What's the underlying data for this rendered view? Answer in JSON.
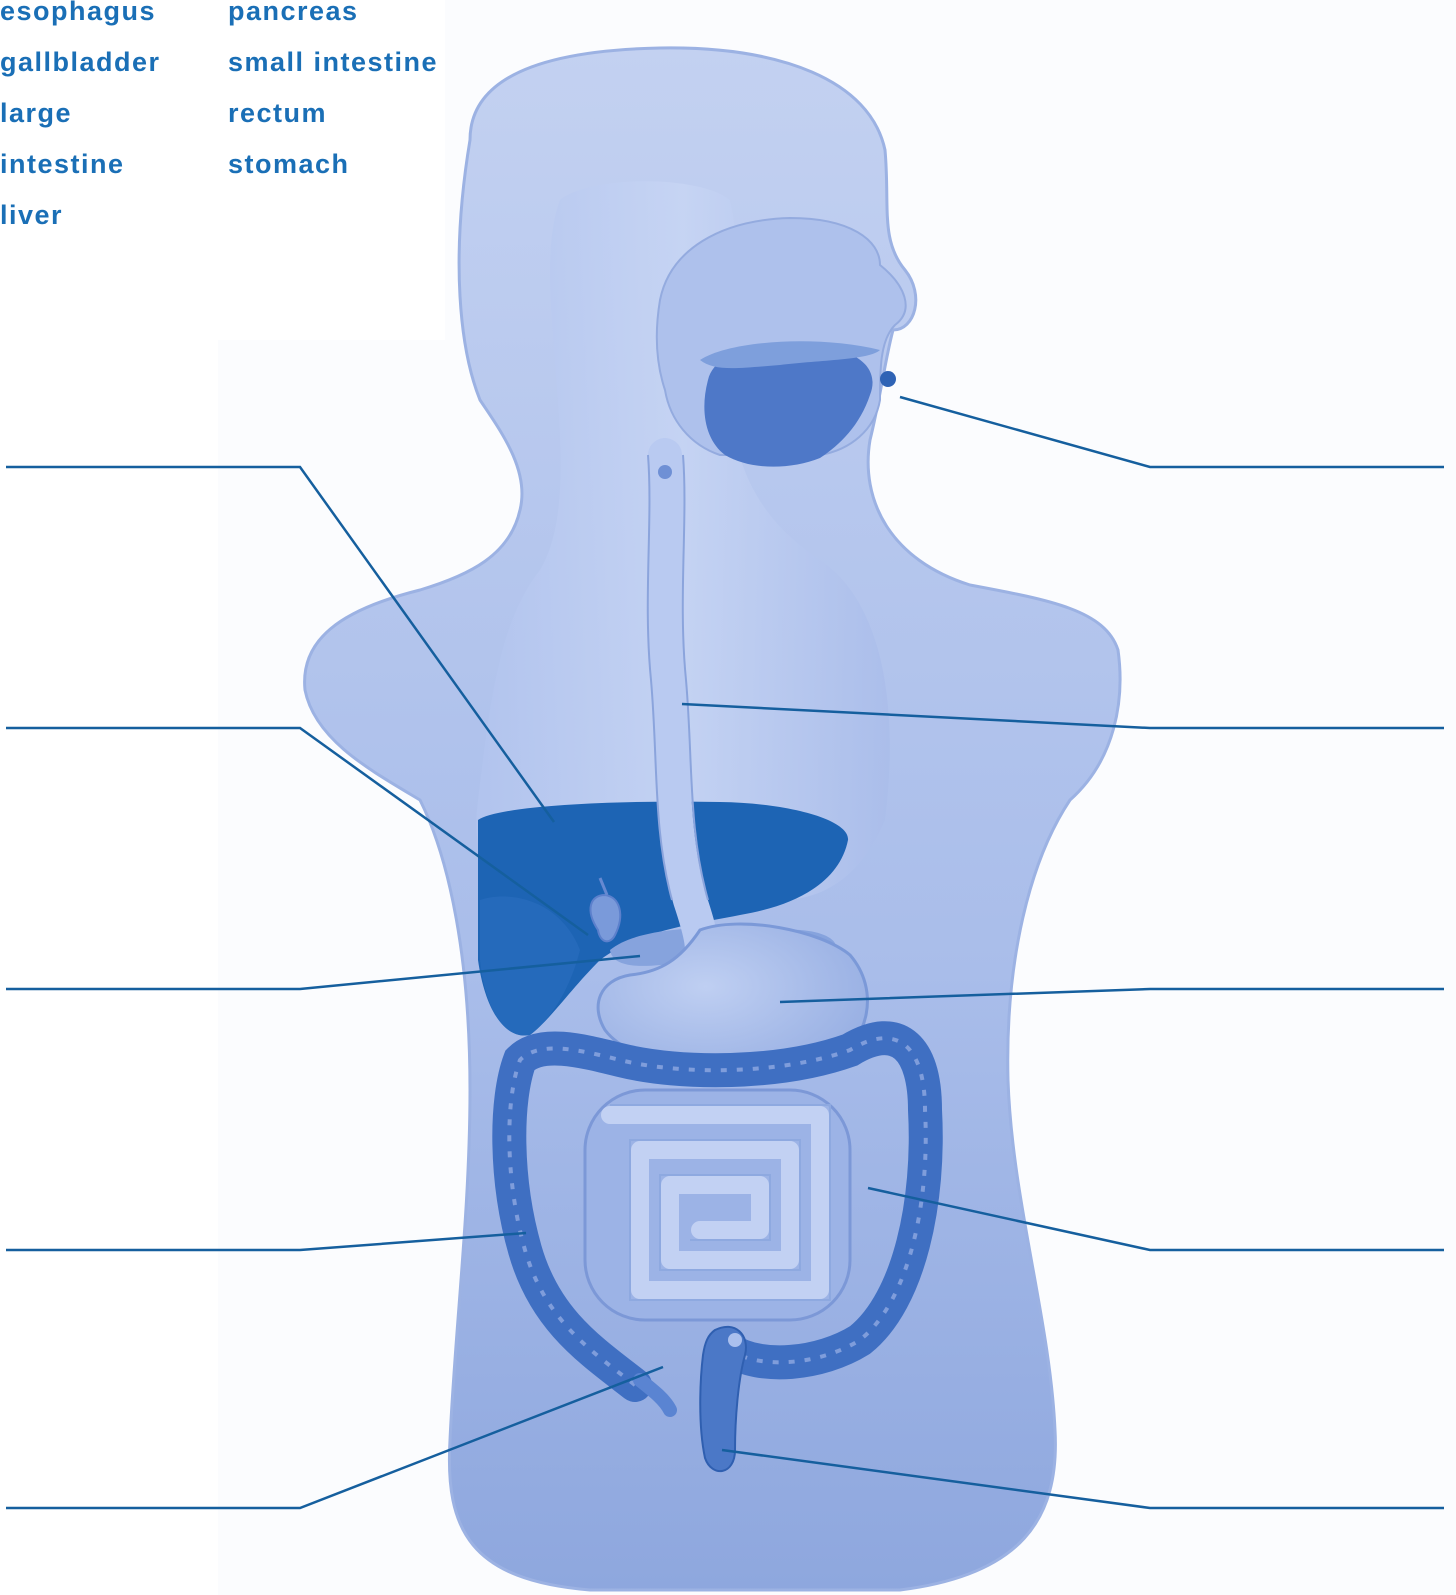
{
  "word_bank": {
    "column_1": [
      "esophagus",
      "gallbladder",
      "large",
      "intestine",
      "liver"
    ],
    "column_2": [
      "pancreas",
      "small intestine",
      "rectum",
      "stomach"
    ]
  },
  "label_blanks": {
    "left": [
      {
        "organ": "liver"
      },
      {
        "organ": "gallbladder"
      },
      {
        "organ": "pancreas"
      },
      {
        "organ": "large intestine"
      },
      {
        "organ": "appendix"
      }
    ],
    "right": [
      {
        "organ": "mouth"
      },
      {
        "organ": "esophagus"
      },
      {
        "organ": "stomach"
      },
      {
        "organ": "small intestine"
      },
      {
        "organ": "rectum"
      }
    ]
  },
  "colors": {
    "label_text": "#1a6fb6",
    "leader_line": "#155f9e",
    "body_light": "#c5d3f0",
    "body_mid": "#9fb6e6",
    "organ_dark": "#1d64b4",
    "organ_mid": "#5a84d2"
  }
}
